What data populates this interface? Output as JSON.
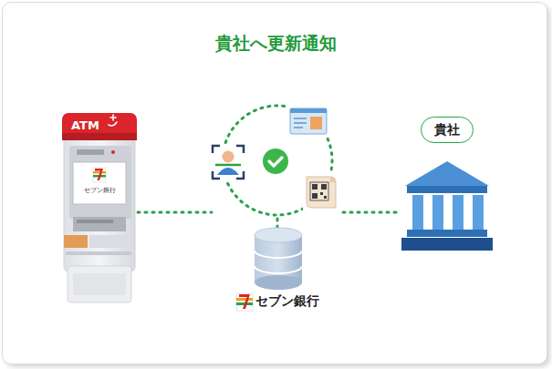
{
  "diagram": {
    "title": "貴社へ更新通知",
    "nodes": [
      {
        "text": [
          "ATM",
          "セブン銀行"
        ]
      },
      {
        "text": [
          "セブン銀行"
        ]
      },
      {
        "text": [
          "貴社"
        ]
      }
    ],
    "edges": [
      {
        "from": 0,
        "to": 1,
        "arrow": "none"
      },
      {
        "from": 1,
        "to": 2,
        "arrow": "none"
      }
    ]
  }
}
